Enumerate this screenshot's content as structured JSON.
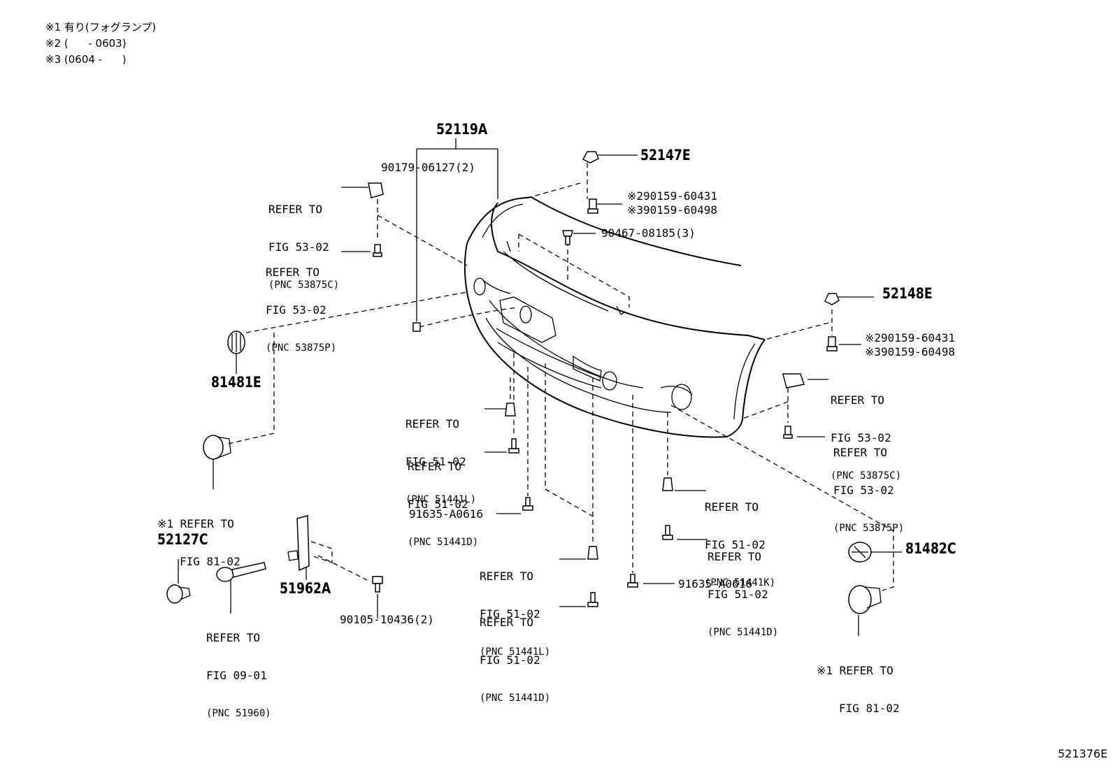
{
  "notes": [
    "※1 有り(フォグランプ)",
    "※2 (      - 0603)",
    "※3 (0604 -      )"
  ],
  "parts": {
    "p52119A": "52119A",
    "p90179": "90179-06127(2)",
    "p52147E": "52147E",
    "p90159_a2": "※290159-60431",
    "p90159_a3": "※390159-60498",
    "p90467": "90467-08185(3)",
    "p52148E": "52148E",
    "p90159_b2": "※290159-60431",
    "p90159_b3": "※390159-60498",
    "p81481E": "81481E",
    "p81482C": "81482C",
    "p52127C": "52127C",
    "p51962A": "51962A",
    "p90105": "90105-10436(2)",
    "p91635_a": "91635-A0616",
    "p91635_b": "91635-A0616"
  },
  "refs": {
    "r1": {
      "l1": "REFER TO",
      "l2": "FIG 53-02",
      "l3": "(PNC 53875C)"
    },
    "r2": {
      "l1": "REFER TO",
      "l2": "FIG 53-02",
      "l3": "(PNC 53875P)"
    },
    "r3": {
      "l1": "REFER TO",
      "l2": "FIG 51-02",
      "l3": "(PNC 51441L)"
    },
    "r4": {
      "l1": "REFER TO",
      "l2": "FIG 51-02",
      "l3": "(PNC 51441D)"
    },
    "r5": {
      "l1": "※1 REFER TO",
      "l2": "FIG 81-02"
    },
    "r6": {
      "l1": "REFER TO",
      "l2": "FIG 09-01",
      "l3": "(PNC 51960)"
    },
    "r7": {
      "l1": "REFER TO",
      "l2": "FIG 51-02",
      "l3": "(PNC 51441L)"
    },
    "r8": {
      "l1": "REFER TO",
      "l2": "FIG 51-02",
      "l3": "(PNC 51441D)"
    },
    "r9": {
      "l1": "REFER TO",
      "l2": "FIG 53-02",
      "l3": "(PNC 53875C)"
    },
    "r10": {
      "l1": "REFER TO",
      "l2": "FIG 53-02",
      "l3": "(PNC 53875P)"
    },
    "r11": {
      "l1": "REFER TO",
      "l2": "FIG 51-02",
      "l3": "(PNC 51441K)"
    },
    "r12": {
      "l1": "REFER TO",
      "l2": "FIG 51-02",
      "l3": "(PNC 51441D)"
    },
    "r13": {
      "l1": "※1 REFER TO",
      "l2": "FIG 81-02"
    }
  },
  "diagram_id": "521376E"
}
